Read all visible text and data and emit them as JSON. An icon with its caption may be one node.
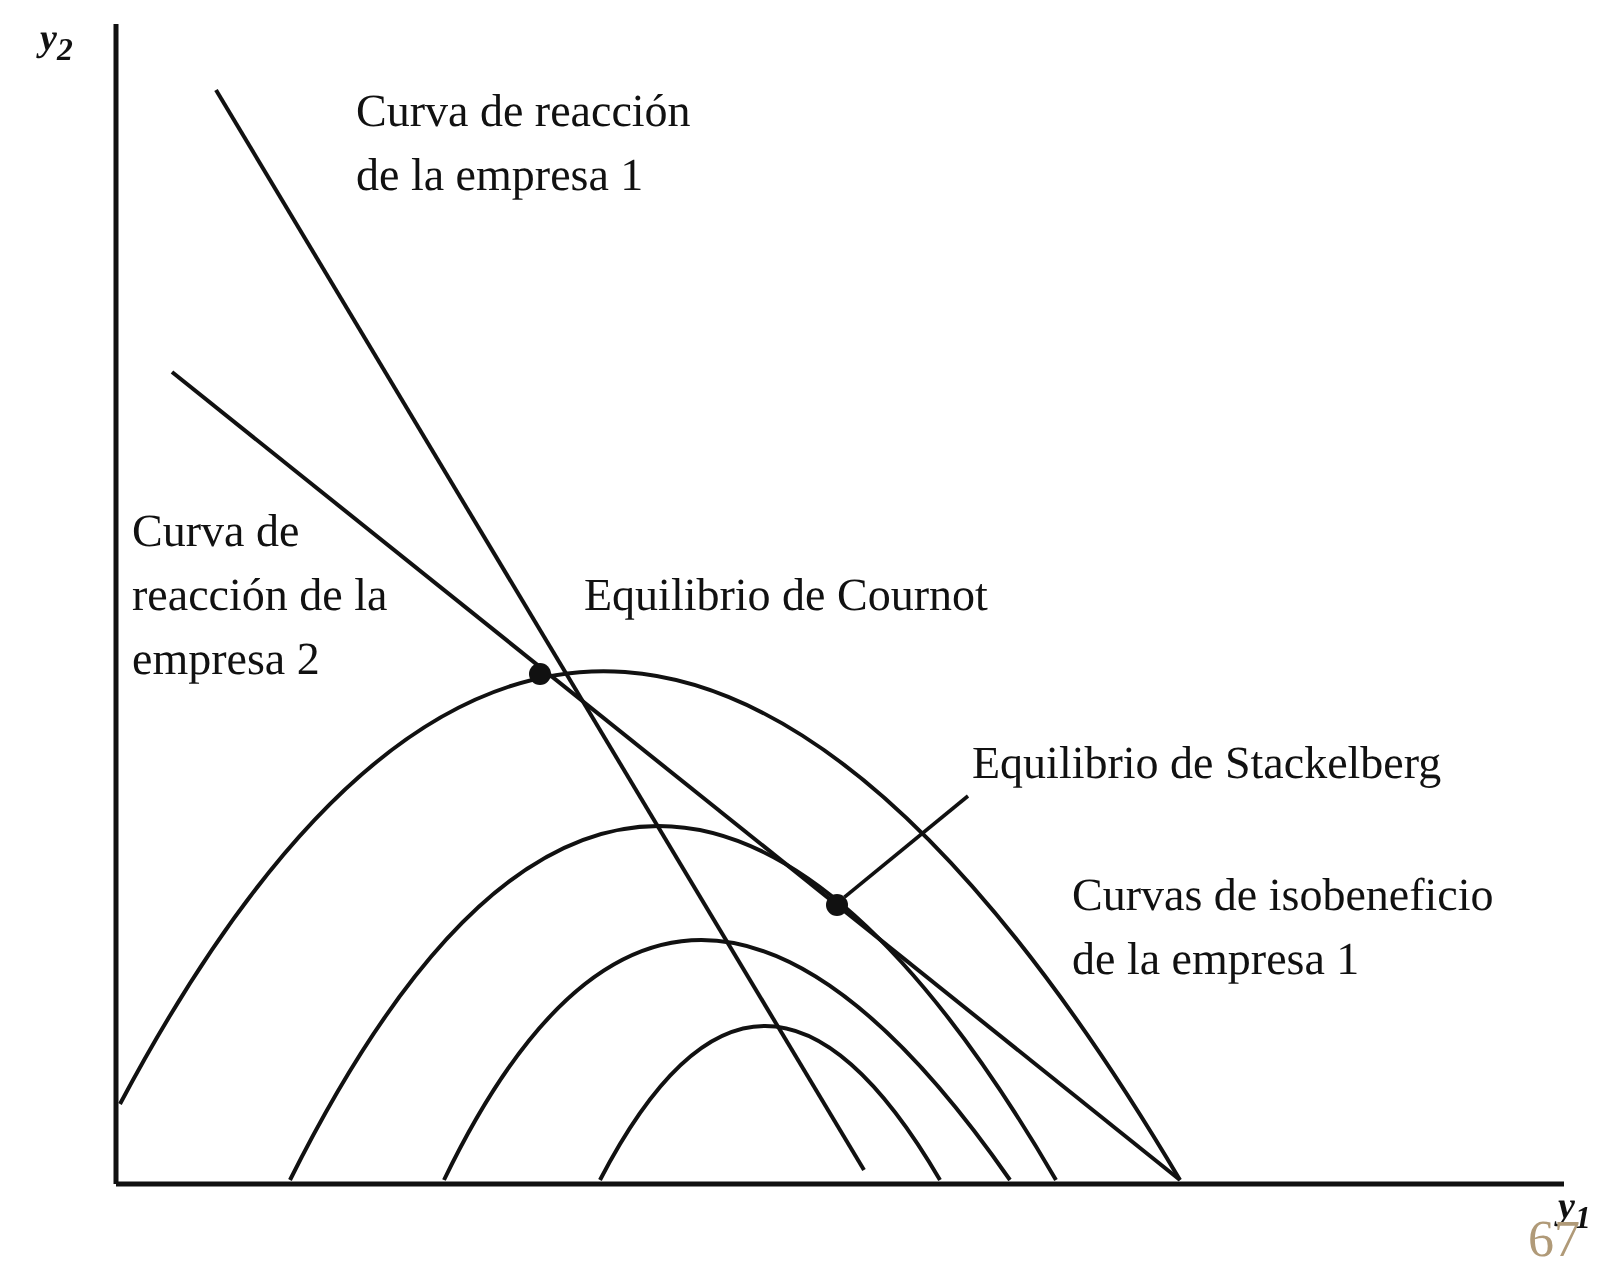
{
  "diagram": {
    "nodes": [
      {
        "text": [
          "Equilibrio de Stackelberg"
        ]
      },
      {
        "text": [],
        "shape": "circle"
      }
    ],
    "edges": [
      {
        "from": 0,
        "to": 1,
        "arrow": "none"
      }
    ],
    "labels": [
      "y$_{2}$",
      "Curva de reacción de la empresa 1",
      "Curva de reacción de la empresa 2",
      "Equilibrio de Cournot",
      "Curvas de isobeneficio de la empresa 1",
      "y$_{1}$",
      "67"
    ]
  }
}
